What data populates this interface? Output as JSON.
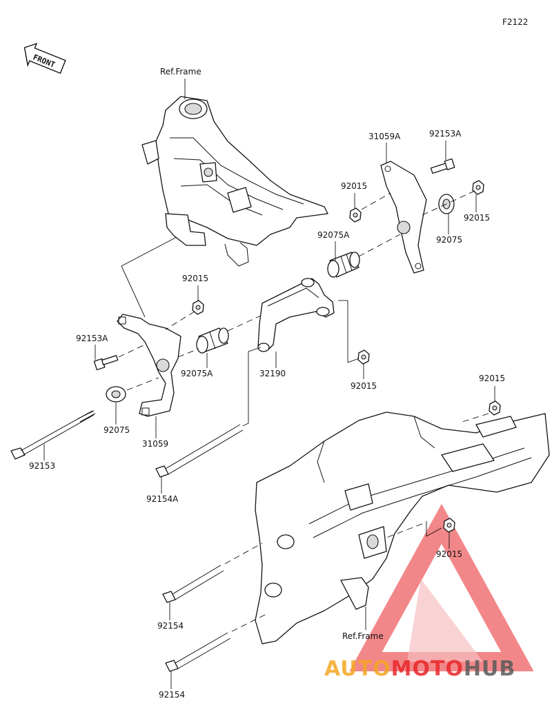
{
  "diagram_code": "F2122",
  "front_label": "FRONT",
  "labels": {
    "ref_frame_top": "Ref.Frame",
    "ref_frame_bottom": "Ref.Frame",
    "p31059A": "31059A",
    "p92153A_right": "92153A",
    "p92015_right_nut": "92015",
    "p92015_right_washer": "92015",
    "p92075A_right": "92075A",
    "p92075_right": "92075",
    "p92015_left_top": "92015",
    "p92153A_left": "92153A",
    "p92075A_left": "92075A",
    "p32190": "32190",
    "p92015_mid": "92015",
    "p92075_left": "92075",
    "p31059": "31059",
    "p92153": "92153",
    "p92154A": "92154A",
    "p92015_upper_right": "92015",
    "p92015_lower_right": "92015",
    "p92154_upper": "92154",
    "p92154_lower": "92154"
  },
  "watermark": {
    "part1": "AUTO",
    "part2": "MOTO",
    "part3": "HUB",
    "color_primary": "#f5a623",
    "color_secondary": "#e8262a",
    "color_dark": "#5a5a5a"
  }
}
